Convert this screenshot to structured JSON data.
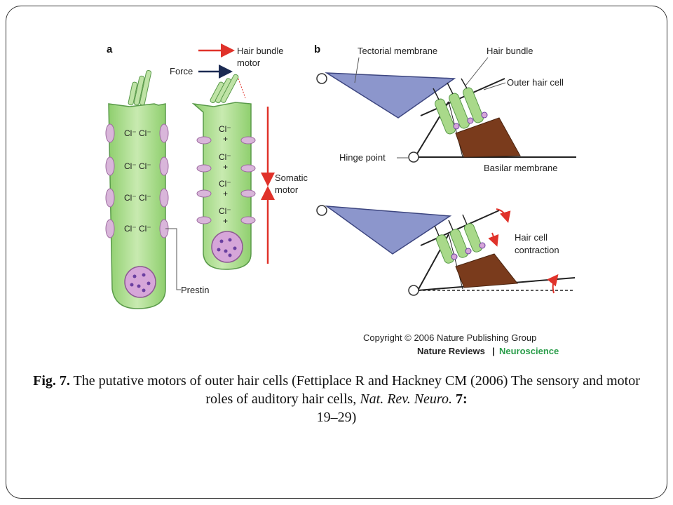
{
  "panel_a": {
    "label": "a",
    "legend_hair_bundle": "Hair bundle",
    "legend_motor": "motor",
    "force": "Force",
    "somatic": "Somatic",
    "somatic_motor": "motor",
    "prestin": "Prestin",
    "ion_pair": "Cl⁻ Cl⁻",
    "ion_single": "Cl⁻",
    "plus": "+"
  },
  "panel_b": {
    "label": "b",
    "tectorial_membrane": "Tectorial membrane",
    "hair_bundle": "Hair bundle",
    "outer_hair_cell": "Outer hair cell",
    "hinge_point": "Hinge point",
    "basilar_membrane": "Basilar membrane",
    "contraction_line1": "Hair cell",
    "contraction_line2": "contraction"
  },
  "credits": {
    "copyright": "Copyright © 2006 Nature Publishing Group",
    "journal": "Nature Reviews",
    "separator": "|",
    "journal_section": "Neuroscience"
  },
  "caption": {
    "fig_label": "Fig. 7.",
    "text": "The putative motors of outer hair cells (Fettiplace R and Hackney CM (2006) The sensory and motor roles of auditory hair cells,",
    "journal": "Nat. Rev. Neuro.",
    "volume": "7:",
    "pages": "19–29)"
  },
  "colors": {
    "cell_green": "#a9d98a",
    "cell_outline": "#5a9a4a",
    "prestin_pink": "#d9b6da",
    "nucleus_pink": "#d6a6d9",
    "nucleus_dot": "#6a3fa0",
    "tectorial_blue": "#8c96cc",
    "support_brown": "#7a3b1c",
    "arrow_red": "#e0322a",
    "journal_green": "#2a9d4a"
  }
}
